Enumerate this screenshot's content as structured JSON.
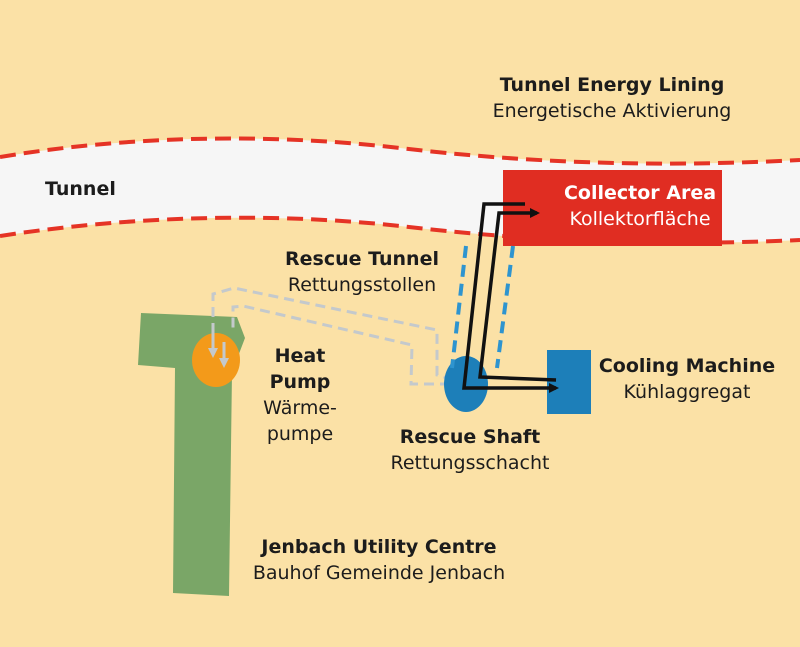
{
  "labels": {
    "lining_title": "Tunnel Energy Lining",
    "lining_sub": "Energetische Aktivierung",
    "tunnel": "Tunnel",
    "collector_title": "Collector Area",
    "collector_sub": "Kollektorfläche",
    "rescue_tunnel_title": "Rescue Tunnel",
    "rescue_tunnel_sub": "Rettungsstollen",
    "heat_pump_title_1": "Heat",
    "heat_pump_title_2": "Pump",
    "heat_pump_sub_1": "Wärme-",
    "heat_pump_sub_2": "pumpe",
    "cooling_title": "Cooling Machine",
    "cooling_sub": "Kühlaggregat",
    "shaft_title": "Rescue Shaft",
    "shaft_sub": "Rettungsschacht",
    "utility_title": "Jenbach Utility Centre",
    "utility_sub": "Bauhof Gemeinde Jenbach"
  },
  "colors": {
    "background": "#fbe1a6",
    "tunnel_fill": "#f6f6f6",
    "tunnel_edge": "#e53325",
    "collector": "#e02d22",
    "building": "#7aa667",
    "heat_pump": "#f39a1a",
    "blue_equipment": "#1d7fb9",
    "dashed_pipe_blue": "#2e94cf",
    "dashed_pipe_grey": "#c4c9cc",
    "solid_pipe": "#111111"
  }
}
